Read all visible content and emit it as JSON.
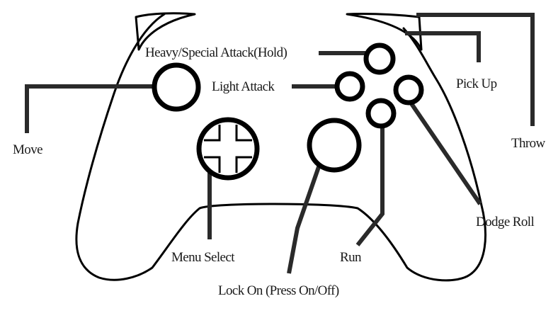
{
  "labels": {
    "heavy_attack": "Heavy/Special Attack(Hold)",
    "light_attack": "Light Attack",
    "pick_up": "Pick Up",
    "throw": "Throw",
    "move": "Move",
    "dodge_roll": "Dodge Roll",
    "menu_select": "Menu Select",
    "run": "Run",
    "lock_on": "Lock On (Press On/Off)"
  },
  "colors": {
    "line": "#000000",
    "background": "#ffffff"
  }
}
